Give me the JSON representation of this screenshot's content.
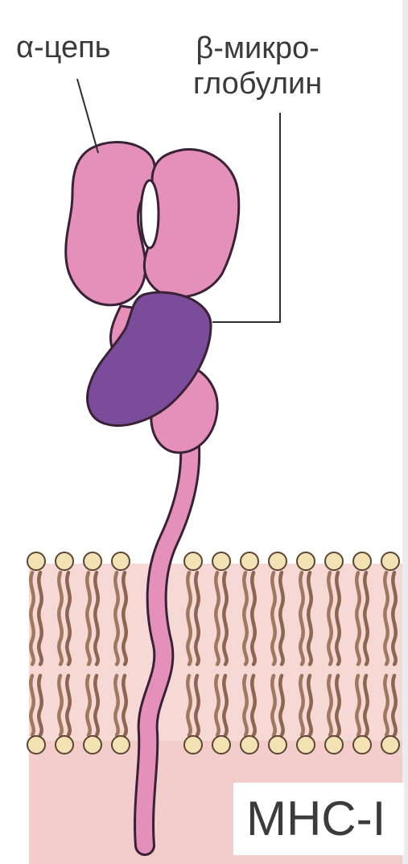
{
  "labels": {
    "alpha_chain": "α-цепь",
    "beta_line1": "β-микро-",
    "beta_line2": "глобулин",
    "molecule": "MHC-I"
  },
  "colors": {
    "alpha_chain": "#e58fbb",
    "beta_microglobulin": "#7a4c9a",
    "membrane_tails": "#a07860",
    "phospholipid_head": "#f3e2b4",
    "cytoplasm": "#f3cccc",
    "outline": "#3a2236"
  }
}
